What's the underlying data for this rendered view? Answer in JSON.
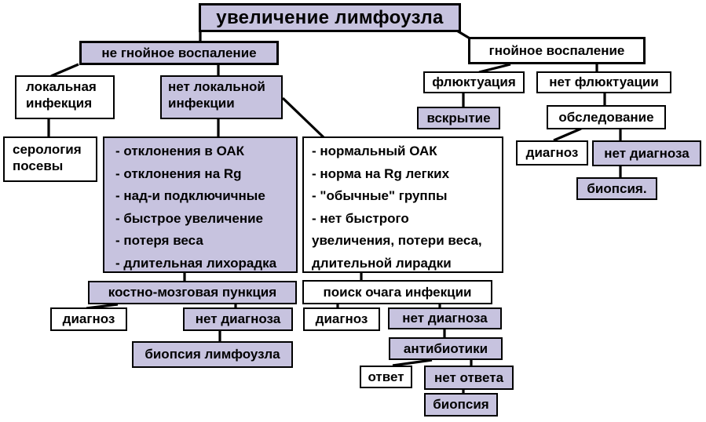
{
  "diagram": {
    "title": "увеличение лимфоузла",
    "left_branch": {
      "label": "не гнойное воспаление",
      "local_infection": {
        "line1": "локальная",
        "line2": "инфекция"
      },
      "serology": {
        "line1": "серология",
        "line2": "посевы"
      },
      "no_local_infection": {
        "line1": "нет локальной",
        "line2": "инфекции"
      },
      "abnormal_signs": [
        "- отклонения в ОАК",
        "- отклонения на Rg",
        "- над-и подключичные",
        "- быстрое увеличение",
        "- потеря веса",
        "- длительная лихорадка"
      ],
      "normal_signs": [
        "- нормальный ОАК",
        "- норма на Rg легких",
        "- \"обычные\" группы",
        "- нет быстрого",
        "увеличения, потери веса,",
        "длительной лирадки"
      ],
      "bone_marrow": "костно-мозговая пункция",
      "bm_diagnosis": "диагноз",
      "bm_no_diagnosis": "нет диагноза",
      "lymph_biopsy": "биопсия лимфоузла",
      "infection_search": "поиск очага инфекции",
      "is_diagnosis": "диагноз",
      "is_no_diagnosis": "нет диагноза",
      "antibiotics": "антибиотики",
      "response": "ответ",
      "no_response": "нет ответа",
      "biopsy": "биопсия"
    },
    "right_branch": {
      "label": "гнойное воспаление",
      "fluctuation": "флюктуация",
      "opening": "вскрытие",
      "no_fluctuation": "нет флюктуации",
      "examination": "обследование",
      "diagnosis": "диагноз",
      "no_diagnosis": "нет диагноза",
      "biopsy": "биопсия."
    }
  },
  "colors": {
    "highlight_fill": "#c7c3df",
    "plain_fill": "#ffffff",
    "stroke": "#000000"
  }
}
